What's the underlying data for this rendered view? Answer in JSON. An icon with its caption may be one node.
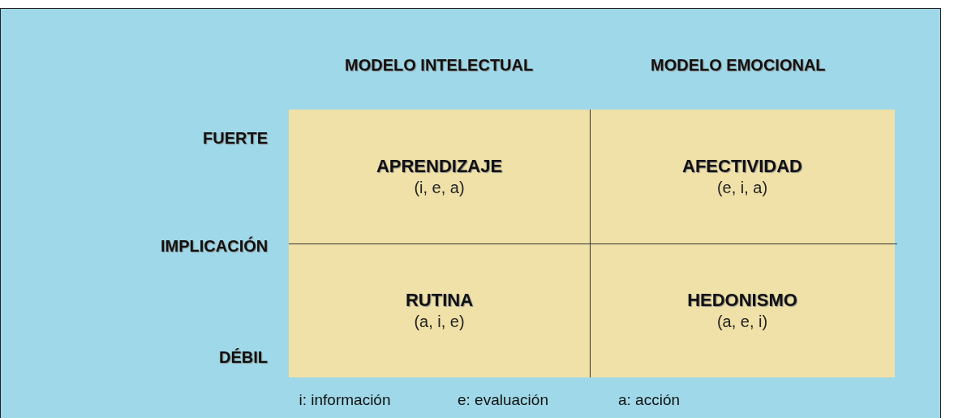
{
  "diagram": {
    "nodes": [
      {
        "text": [
          "APRENDIZAJE",
          "(i, e, a)"
        ]
      },
      {
        "text": [
          "AFECTIVIDAD",
          "(e, i, a)"
        ]
      },
      {
        "text": [
          "RUTINA",
          "(a, i, e)"
        ]
      },
      {
        "text": [
          "HEDONISMO",
          "(a, e, i)"
        ]
      }
    ],
    "labels": [
      "MODELO INTELECTUAL",
      "MODELO EMOCIONAL",
      "FUERTE",
      "IMPLICACIÓN",
      "DÉBIL",
      "i: información",
      "e: evaluación",
      "a: acción"
    ]
  }
}
